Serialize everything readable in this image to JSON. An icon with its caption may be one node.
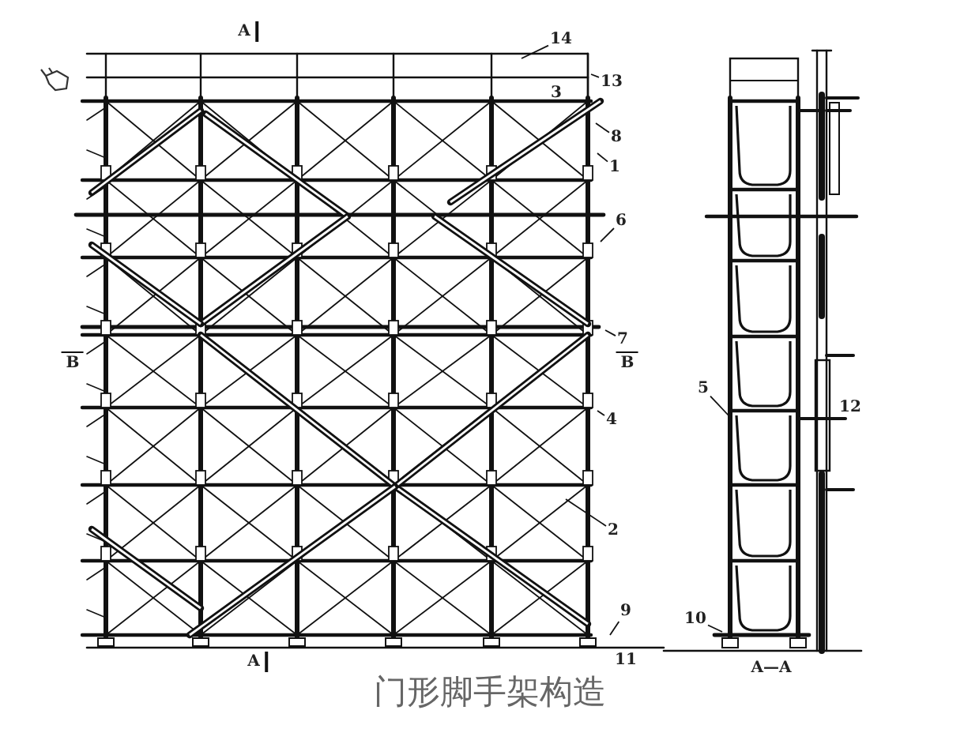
{
  "diagram": {
    "caption": "门形脚手架构造",
    "nodes": [
      {
        "text": [
          "14"
        ]
      },
      {
        "text": [
          "13"
        ]
      },
      {
        "text": [
          "8"
        ]
      },
      {
        "text": [
          "1"
        ]
      },
      {
        "text": [
          "6"
        ]
      },
      {
        "text": [
          "7"
        ]
      },
      {
        "text": [
          "4"
        ]
      },
      {
        "text": [
          "5"
        ]
      },
      {
        "text": [
          "2"
        ]
      },
      {
        "text": [
          "9"
        ]
      },
      {
        "text": [
          "10"
        ]
      }
    ],
    "edges": [
      {
        "from": 0,
        "to": null,
        "arrow": "none"
      },
      {
        "from": 1,
        "to": null,
        "arrow": "none"
      },
      {
        "from": 2,
        "to": null,
        "arrow": "none"
      },
      {
        "from": 3,
        "to": null,
        "arrow": "none"
      },
      {
        "from": 4,
        "to": null,
        "arrow": "none"
      },
      {
        "from": 5,
        "to": null,
        "arrow": "none"
      },
      {
        "from": 6,
        "to": null,
        "arrow": "none"
      },
      {
        "from": 7,
        "to": null,
        "arrow": "none"
      },
      {
        "from": 8,
        "to": null,
        "arrow": "none"
      },
      {
        "from": 9,
        "to": null,
        "arrow": "none"
      },
      {
        "from": 10,
        "to": null,
        "arrow": "none"
      }
    ],
    "labels": [
      "A",
      "3",
      "B",
      "B",
      "12",
      "A",
      "11",
      "A—A"
    ]
  }
}
